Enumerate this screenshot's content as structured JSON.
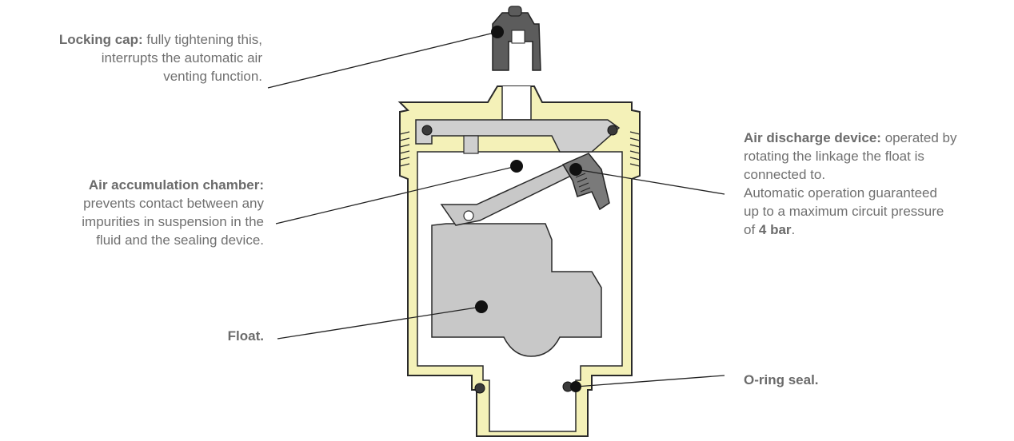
{
  "labels": {
    "locking_cap": {
      "title": "Locking cap:",
      "text_1": "fully tightening this,",
      "text_2": "interrupts the automatic air",
      "text_3": "venting function."
    },
    "air_chamber": {
      "title": "Air accumulation chamber:",
      "text_1": "prevents contact between any",
      "text_2": "impurities in suspension in the",
      "text_3": "fluid and the sealing device."
    },
    "float": {
      "title": "Float."
    },
    "air_discharge": {
      "title": "Air discharge device:",
      "text_1": "operated by",
      "text_2": "rotating the linkage the float is",
      "text_3": "connected to.",
      "text_4": "Automatic operation guaranteed",
      "text_5": "up to a maximum circuit pressure",
      "text_6_prefix": "of ",
      "text_6_bold": "4 bar",
      "text_6_suffix": "."
    },
    "o_ring": {
      "title": "O-ring seal."
    }
  },
  "colors": {
    "brass_body": "#f4f1b8",
    "cap": "#5c5c5c",
    "float_fill": "#c8c8c8",
    "outline": "#2a2a2a",
    "text": "#707070",
    "leader_line": "#222222",
    "marker_dot": "#111111"
  }
}
